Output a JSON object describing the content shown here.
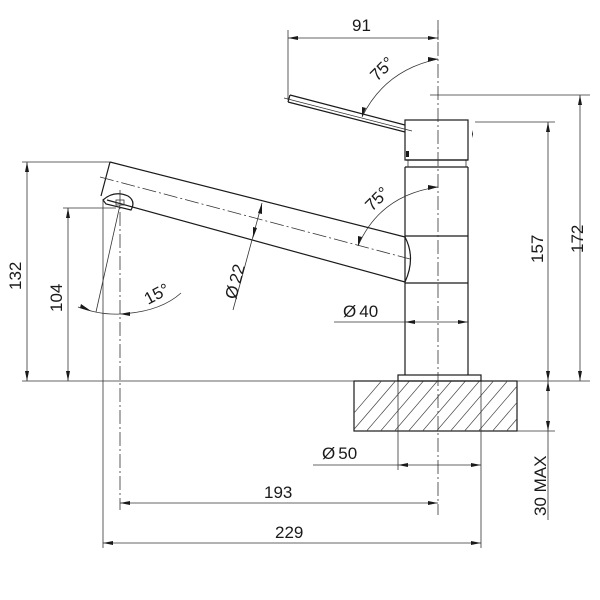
{
  "drawing": {
    "subject": "Mixer tap side elevation",
    "units": "mm",
    "stroke_color": "#1a1a1a",
    "background": "#ffffff"
  },
  "dimensions": {
    "handle_reach": "91",
    "handle_angle": "75°",
    "spout_swivel_angle": "75°",
    "spout_diameter_symbol": "Ø",
    "spout_diameter": "22",
    "body_diameter_symbol": "Ø",
    "body_diameter": "40",
    "base_diameter_symbol": "Ø",
    "base_diameter": "50",
    "spout_tilt_angle": "15°",
    "spout_top_height": "132",
    "outlet_height": "104",
    "body_height": "157",
    "overall_height": "172",
    "max_bench_thickness": "30 MAX",
    "spout_reach": "193",
    "overall_length": "229"
  }
}
